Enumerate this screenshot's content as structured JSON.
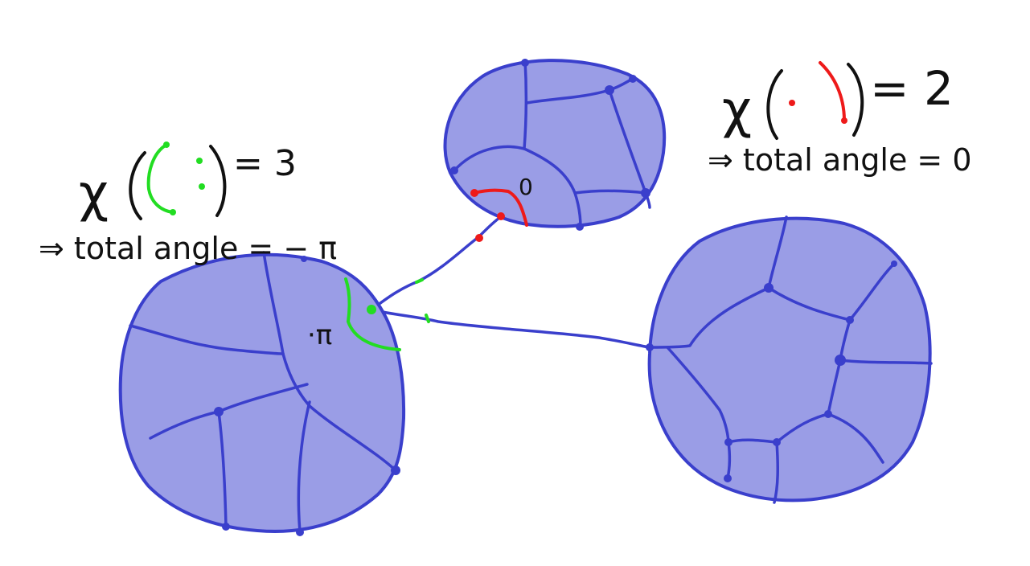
{
  "annotations": {
    "green_chi": {
      "prefix": "χ",
      "suffix": "= 3"
    },
    "green_total": "⇒ total angle = − π",
    "red_chi": {
      "prefix": "χ",
      "suffix": "= 2"
    },
    "red_total": "⇒ total angle = 0",
    "angle_pi": "·π",
    "angle_zero": "0"
  },
  "colors": {
    "disk_fill": "#9a9de6",
    "disk_stroke": "#3a3fcc",
    "highlight_green": "#22dd22",
    "highlight_red": "#ee1a1a",
    "ink": "#111111"
  }
}
